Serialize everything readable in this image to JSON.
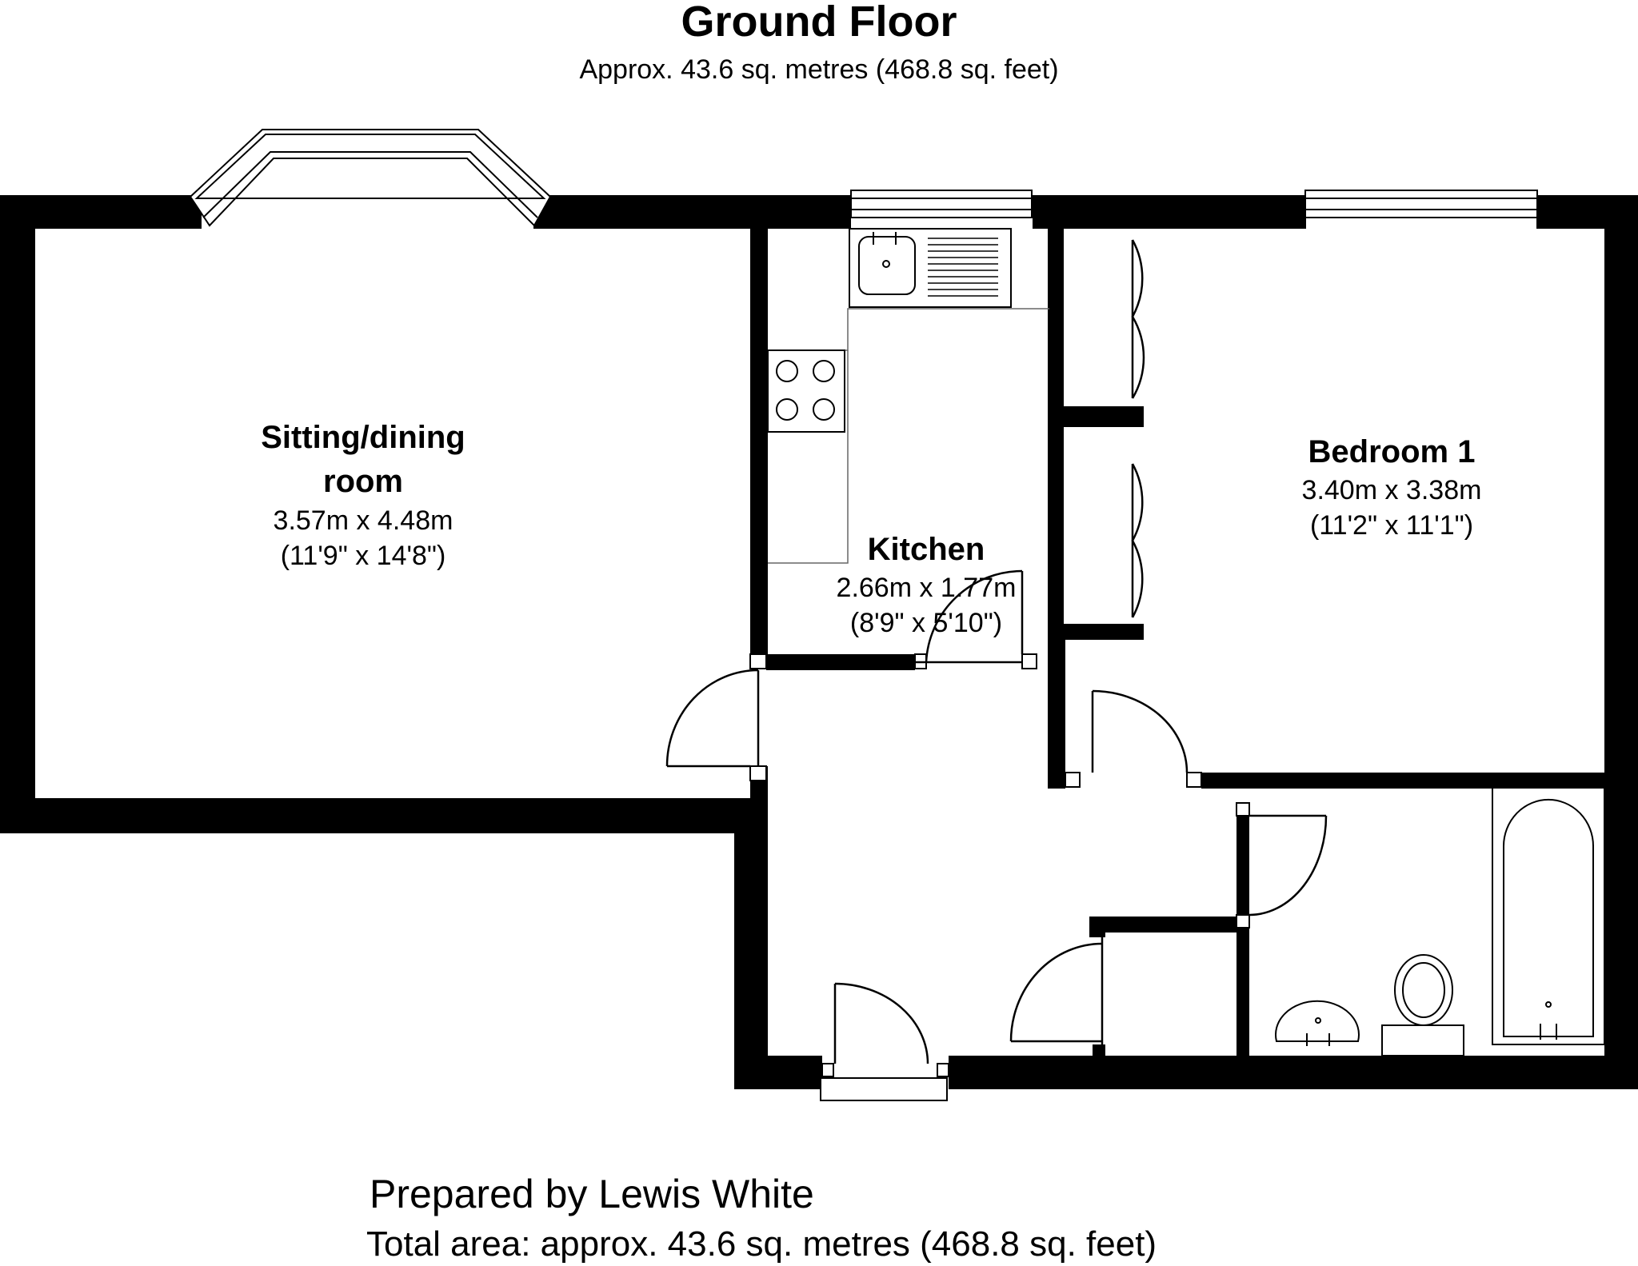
{
  "header": {
    "title": "Ground Floor",
    "subtitle": "Approx.  43.6 sq. metres (468.8 sq. feet)"
  },
  "rooms": {
    "sitting": {
      "name_line1": "Sitting/dining",
      "name_line2": "room",
      "metric": "3.57m x 4.48m",
      "imperial": "(11'9\" x 14'8\")"
    },
    "kitchen": {
      "name": "Kitchen",
      "metric": "2.66m x 1.77m",
      "imperial": "(8'9\" x 5'10\")"
    },
    "bedroom": {
      "name": "Bedroom 1",
      "metric": "3.40m x 3.38m",
      "imperial": "(11'2\" x 11'1\")"
    }
  },
  "footer": {
    "prepared_by": "Prepared by Lewis White",
    "total_area": "Total area: approx.  43.6 sq. metres (468.8 sq. feet)"
  }
}
